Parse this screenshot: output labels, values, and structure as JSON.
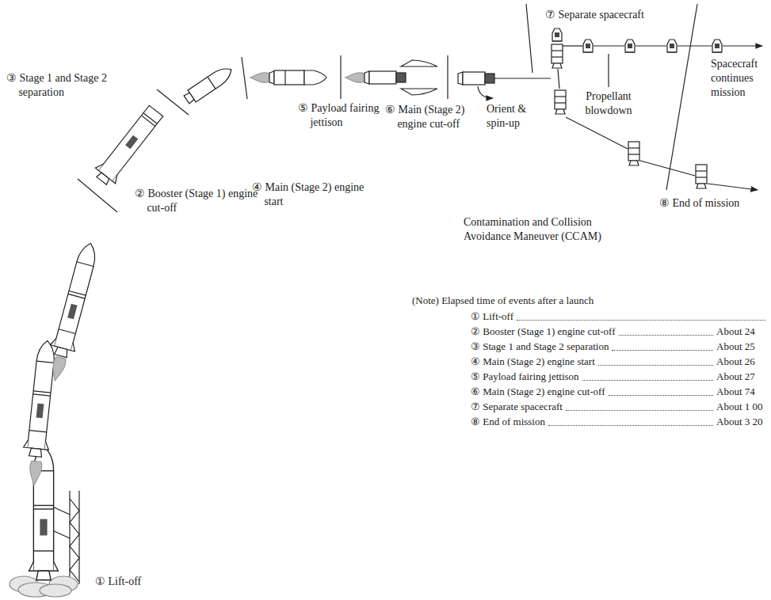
{
  "diagram": {
    "labels": [
      "③ Stage 1 and Stage 2 separation",
      "② Booster (Stage 1) engine cut-off",
      "④ Main (Stage 2) engine start",
      "⑤ Payload fairing jettison",
      "⑥ Main (Stage 2) engine cut-off",
      "Orient & spin-up",
      "⑦ Separate spacecraft",
      "Propellant blowdown",
      "Spacecraft continues mission",
      "⑧ End of mission",
      "Contamination and Collision Avoidance Maneuver (CCAM)",
      "① Lift-off",
      "(Note) Elapsed time of events after a launch",
      "① Lift-off",
      "② Booster (Stage 1) engine cut-off",
      "About 24",
      "③ Stage 1 and Stage 2 separation",
      "About 25",
      "④ Main (Stage 2) engine start",
      "About 26",
      "⑤ Payload fairing jettison",
      "About 27",
      "⑥ Main (Stage 2) engine cut-off",
      "About 74",
      "⑦ Separate spacecraft",
      "About 1 00",
      "⑧ End of mission",
      "About 3 20"
    ]
  }
}
